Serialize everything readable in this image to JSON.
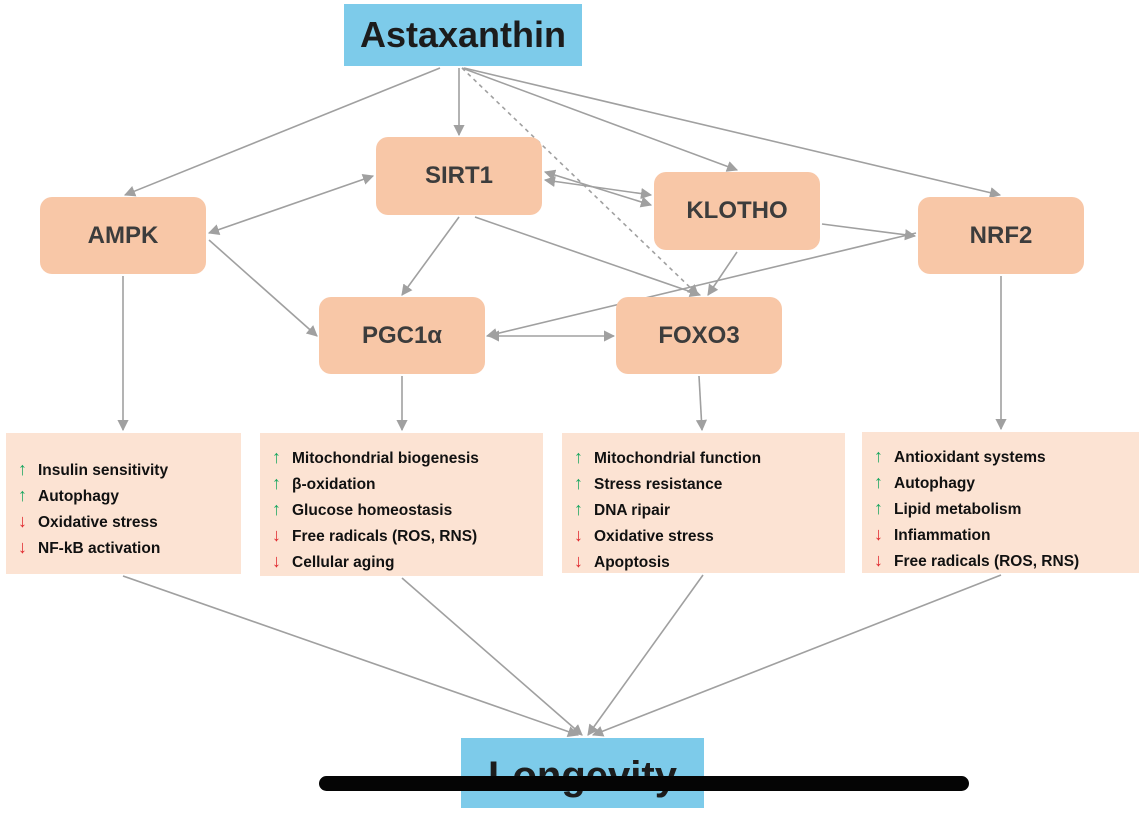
{
  "source": "Astaxanthin",
  "target": "Longevity",
  "nodes": {
    "sirt1": "SIRT1",
    "ampk": "AMPK",
    "klotho": "KLOTHO",
    "nrf2": "NRF2",
    "pgc1a": "PGC1α",
    "foxo3": "FOXO3"
  },
  "effect_boxes": {
    "ampk": [
      {
        "dir": "up",
        "text": "Insulin sensitivity"
      },
      {
        "dir": "up",
        "text": "Autophagy"
      },
      {
        "dir": "down",
        "text": "Oxidative stress"
      },
      {
        "dir": "down",
        "text": "NF-kB activation"
      }
    ],
    "pgc1a": [
      {
        "dir": "up",
        "text": "Mitochondrial biogenesis"
      },
      {
        "dir": "up",
        "text": "β-oxidation"
      },
      {
        "dir": "up",
        "text": "Glucose homeostasis"
      },
      {
        "dir": "down",
        "text": "Free radicals (ROS, RNS)"
      },
      {
        "dir": "down",
        "text": "Cellular aging"
      }
    ],
    "foxo3": [
      {
        "dir": "up",
        "text": "Mitochondrial function"
      },
      {
        "dir": "up",
        "text": "Stress resistance"
      },
      {
        "dir": "up",
        "text": "DNA ripair"
      },
      {
        "dir": "down",
        "text": "Oxidative stress"
      },
      {
        "dir": "down",
        "text": "Apoptosis"
      }
    ],
    "nrf2": [
      {
        "dir": "up",
        "text": "Antioxidant systems"
      },
      {
        "dir": "up",
        "text": "Autophagy"
      },
      {
        "dir": "up",
        "text": "Lipid metabolism"
      },
      {
        "dir": "down",
        "text": "Infiammation"
      },
      {
        "dir": "down",
        "text": "Free radicals (ROS, RNS)"
      }
    ]
  },
  "colors": {
    "node_fill": "#f8c7a7",
    "effect_fill": "#fce3d3",
    "endpoint_fill": "#7dcbea",
    "arrow": "#a0a0a0",
    "increase": "#1aa760",
    "decrease": "#e0282d"
  }
}
